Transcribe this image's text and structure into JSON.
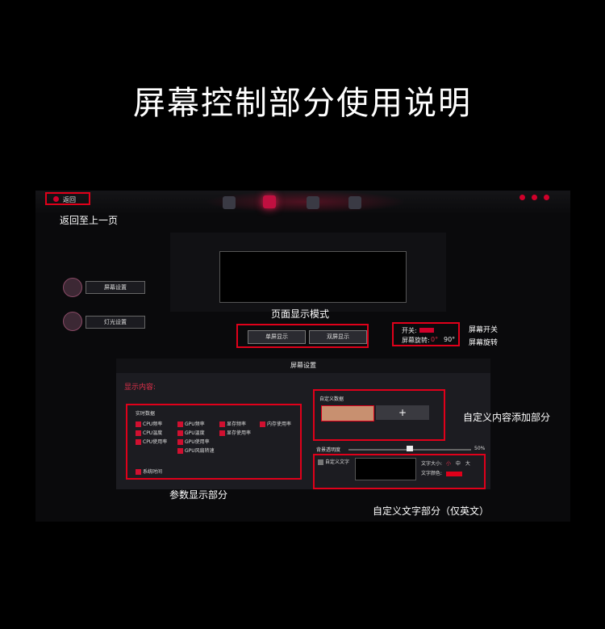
{
  "page": {
    "title": "屏幕控制部分使用说明"
  },
  "app": {
    "back_label": "返回",
    "side_screen": "屏幕设置",
    "side_light": "灯光设置",
    "mode_single": "单屏显示",
    "mode_dual": "双屏显示",
    "switch_label": "开关:",
    "rotate_label": "屏幕旋转:",
    "rotate_0": "0°",
    "rotate_90": "90°",
    "panel_title": "屏幕设置",
    "display_content": "显示内容:",
    "realtime_title": "实时数据",
    "checks": [
      [
        "CPU频率",
        "GPU频率",
        "显存频率",
        "内存使用率"
      ],
      [
        "CPU温度",
        "GPU温度",
        "显存使用率",
        ""
      ],
      [
        "CPU使用率",
        "GPU使用率",
        "",
        ""
      ],
      [
        "",
        "GPU风扇转速",
        "",
        ""
      ]
    ],
    "system_time": "系统时间",
    "custom_data_title": "自定义数据",
    "add_symbol": "+",
    "bg_opacity_label": "背景透明度",
    "bg_opacity_value": "50%",
    "custom_text_label": "自定义文字",
    "font_size_label": "文字大小:",
    "size_small": "小",
    "size_medium": "中",
    "size_large": "大",
    "font_color_label": "文字颜色:",
    "font_color": "#e0001a"
  },
  "annotations": {
    "back": "返回至上一页",
    "mode": "页面显示模式",
    "switch": "屏幕开关",
    "rotate": "屏幕旋转",
    "custom_content": "自定义内容添加部分",
    "params": "参数显示部分",
    "custom_text": "自定义文字部分（仅英文）"
  }
}
